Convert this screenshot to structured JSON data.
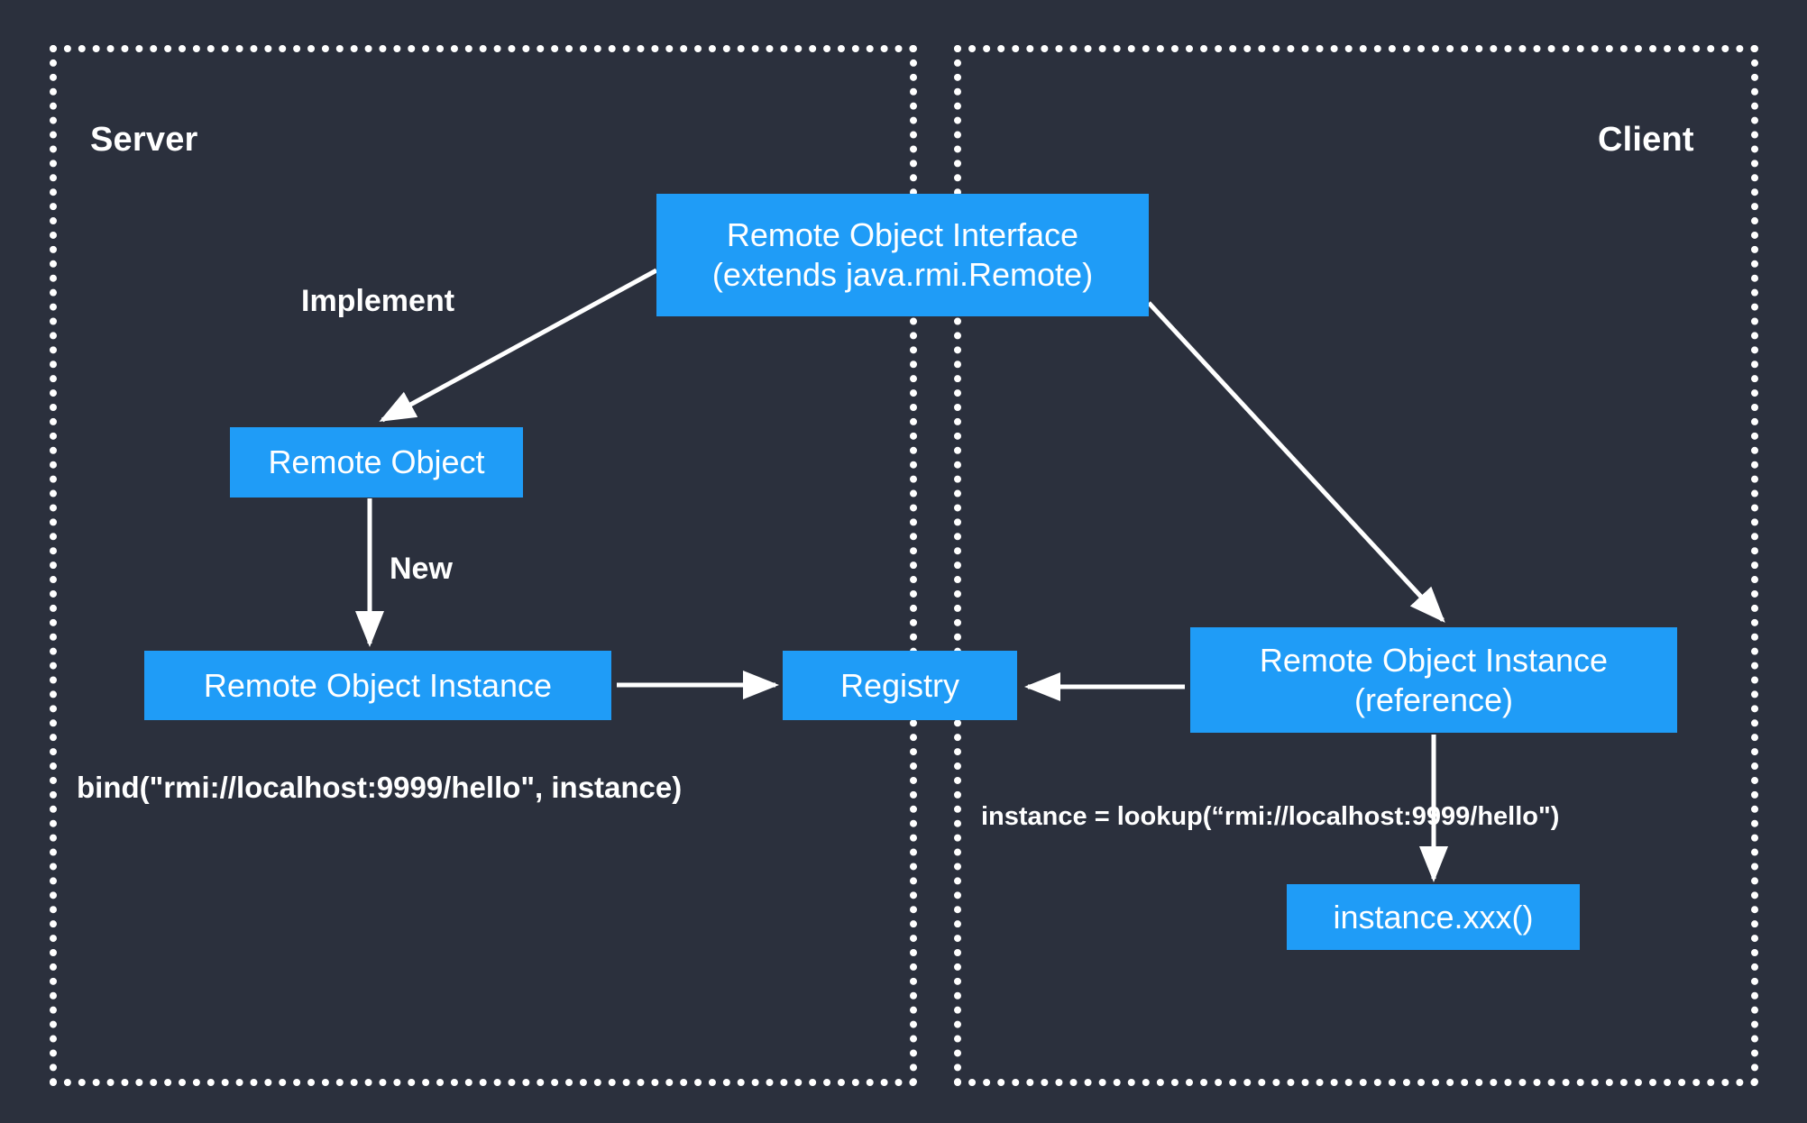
{
  "diagram": {
    "title": "Java RMI Server/Client architecture",
    "background_color": "#2b303d",
    "node_color": "#1f9cf7",
    "line_color": "#ffffff",
    "panels": [
      {
        "id": "server",
        "label": "Server"
      },
      {
        "id": "client",
        "label": "Client"
      }
    ],
    "nodes": [
      {
        "id": "remote-object-interface",
        "label": "Remote Object Interface\n(extends java.rmi.Remote)"
      },
      {
        "id": "remote-object",
        "label": "Remote Object"
      },
      {
        "id": "remote-object-instance",
        "label": "Remote Object Instance"
      },
      {
        "id": "registry",
        "label": "Registry"
      },
      {
        "id": "remote-object-instance-reference",
        "label": "Remote Object Instance\n(reference)"
      },
      {
        "id": "instance-call",
        "label": "instance.xxx()"
      }
    ],
    "edge_labels": [
      {
        "id": "implement",
        "label": "Implement"
      },
      {
        "id": "new",
        "label": "New"
      }
    ],
    "captions": [
      {
        "id": "bind-call",
        "label": "bind(\"rmi://localhost:9999/hello\", instance)"
      },
      {
        "id": "lookup-call",
        "label": "instance = lookup(“rmi://localhost:9999/hello\")"
      }
    ],
    "edges": [
      {
        "from": "remote-object-interface",
        "to": "remote-object",
        "label": "Implement"
      },
      {
        "from": "remote-object",
        "to": "remote-object-instance",
        "label": "New"
      },
      {
        "from": "remote-object-instance",
        "to": "registry",
        "label": ""
      },
      {
        "from": "remote-object-interface",
        "to": "remote-object-instance-reference",
        "label": ""
      },
      {
        "from": "remote-object-instance-reference",
        "to": "registry",
        "label": ""
      },
      {
        "from": "remote-object-instance-reference",
        "to": "instance-call",
        "label": ""
      }
    ]
  }
}
